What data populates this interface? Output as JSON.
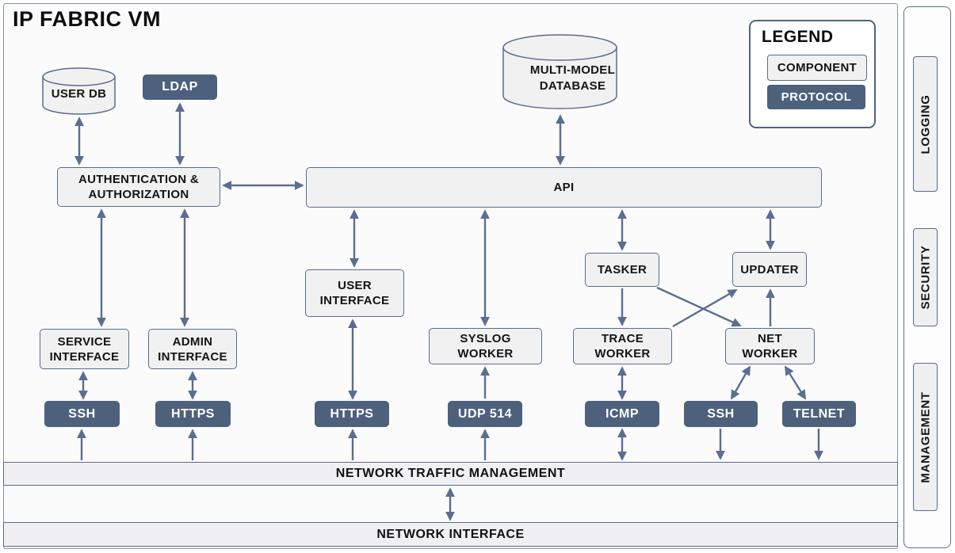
{
  "title": "IP FABRIC VM",
  "legend": {
    "title": "LEGEND",
    "component": "COMPONENT",
    "protocol": "PROTOCOL"
  },
  "sidebar": {
    "labels": [
      "LOGGING",
      "SECURITY",
      "MANAGEMENT"
    ]
  },
  "components": {
    "user_db": "USER DB",
    "multi_model_database": "MULTI-MODEL DATABASE",
    "auth": "AUTHENTICATION & AUTHORIZATION",
    "api": "API",
    "user_interface": "USER INTERFACE",
    "tasker": "TASKER",
    "updater": "UPDATER",
    "service_interface": "SERVICE INTERFACE",
    "admin_interface": "ADMIN INTERFACE",
    "syslog_worker": "SYSLOG WORKER",
    "trace_worker": "TRACE WORKER",
    "net_worker": "NET WORKER"
  },
  "protocols": {
    "ldap": "LDAP",
    "ssh_left": "SSH",
    "https_left": "HTTPS",
    "https_center": "HTTPS",
    "udp_514": "UDP 514",
    "icmp": "ICMP",
    "ssh_right": "SSH",
    "telnet": "TELNET"
  },
  "bars": {
    "traffic": "NETWORK TRAFFIC MANAGEMENT",
    "interface": "NETWORK INTERFACE"
  },
  "colors": {
    "component_fill": "#f1f1f2",
    "component_border": "#5a6c8d",
    "protocol_fill": "#4d617d",
    "arrow": "#5b6e91",
    "title_text": "#0d0d0d"
  },
  "connections": [
    {
      "from": "USER DB",
      "to": "AUTHENTICATION & AUTHORIZATION",
      "direction": "both"
    },
    {
      "from": "LDAP",
      "to": "AUTHENTICATION & AUTHORIZATION",
      "direction": "both"
    },
    {
      "from": "MULTI-MODEL DATABASE",
      "to": "API",
      "direction": "both"
    },
    {
      "from": "AUTHENTICATION & AUTHORIZATION",
      "to": "API",
      "direction": "both"
    },
    {
      "from": "AUTHENTICATION & AUTHORIZATION",
      "to": "SERVICE INTERFACE",
      "direction": "both"
    },
    {
      "from": "AUTHENTICATION & AUTHORIZATION",
      "to": "ADMIN INTERFACE",
      "direction": "both"
    },
    {
      "from": "API",
      "to": "USER INTERFACE",
      "direction": "both"
    },
    {
      "from": "API",
      "to": "SYSLOG WORKER",
      "direction": "both"
    },
    {
      "from": "API",
      "to": "TASKER",
      "direction": "both"
    },
    {
      "from": "API",
      "to": "UPDATER",
      "direction": "both"
    },
    {
      "from": "TASKER",
      "to": "TRACE WORKER",
      "direction": "to"
    },
    {
      "from": "TASKER",
      "to": "NET WORKER",
      "direction": "to"
    },
    {
      "from": "TRACE WORKER",
      "to": "UPDATER",
      "direction": "to"
    },
    {
      "from": "NET WORKER",
      "to": "UPDATER",
      "direction": "to"
    },
    {
      "from": "SERVICE INTERFACE",
      "to": "SSH",
      "direction": "both"
    },
    {
      "from": "ADMIN INTERFACE",
      "to": "HTTPS",
      "direction": "both"
    },
    {
      "from": "USER INTERFACE",
      "to": "HTTPS",
      "direction": "both"
    },
    {
      "from": "UDP 514",
      "to": "SYSLOG WORKER",
      "direction": "to"
    },
    {
      "from": "TRACE WORKER",
      "to": "ICMP",
      "direction": "both"
    },
    {
      "from": "NET WORKER",
      "to": "SSH",
      "direction": "both"
    },
    {
      "from": "NET WORKER",
      "to": "TELNET",
      "direction": "both"
    },
    {
      "from": "NETWORK TRAFFIC MANAGEMENT",
      "to": "SSH",
      "direction": "to"
    },
    {
      "from": "NETWORK TRAFFIC MANAGEMENT",
      "to": "HTTPS",
      "direction": "to"
    },
    {
      "from": "NETWORK TRAFFIC MANAGEMENT",
      "to": "HTTPS (USER INTERFACE)",
      "direction": "to"
    },
    {
      "from": "NETWORK TRAFFIC MANAGEMENT",
      "to": "UDP 514",
      "direction": "to"
    },
    {
      "from": "ICMP",
      "to": "NETWORK TRAFFIC MANAGEMENT",
      "direction": "both"
    },
    {
      "from": "SSH (NET WORKER)",
      "to": "NETWORK TRAFFIC MANAGEMENT",
      "direction": "to"
    },
    {
      "from": "TELNET",
      "to": "NETWORK TRAFFIC MANAGEMENT",
      "direction": "to"
    },
    {
      "from": "NETWORK TRAFFIC MANAGEMENT",
      "to": "NETWORK INTERFACE",
      "direction": "both"
    }
  ]
}
